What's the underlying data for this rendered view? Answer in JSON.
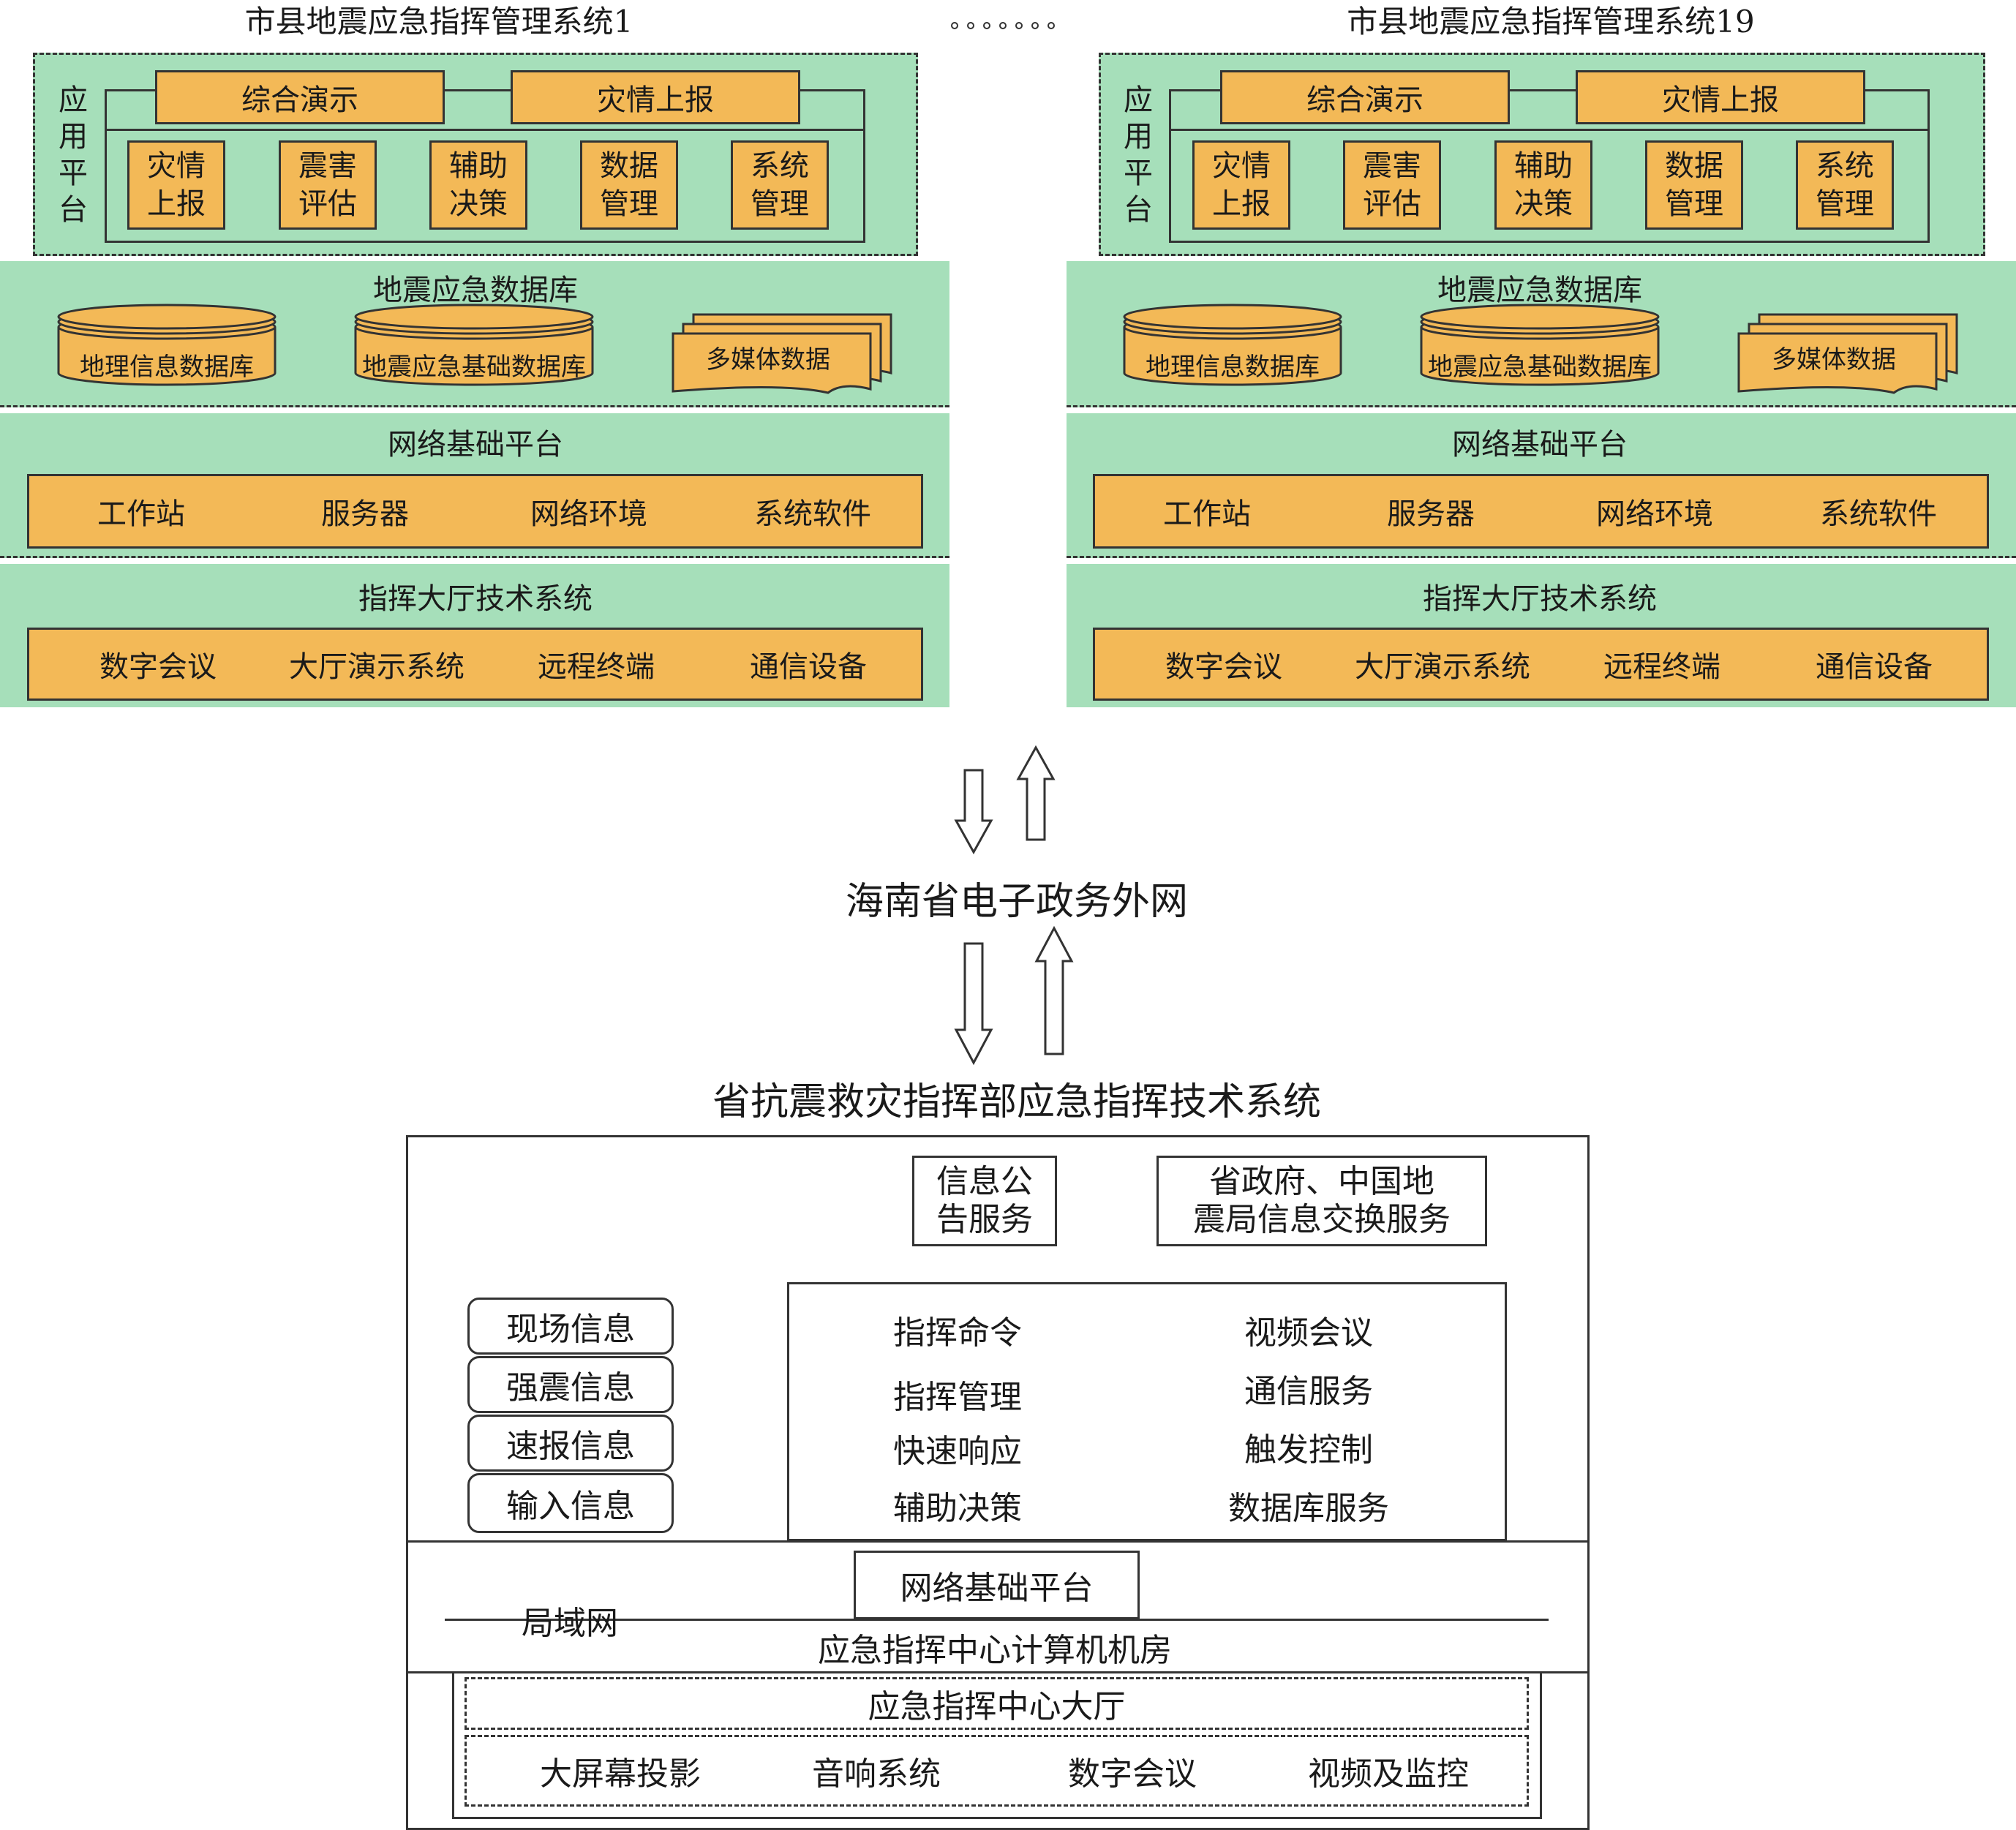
{
  "systems": [
    {
      "title": "市县地震应急指挥管理系统1",
      "app_platform": {
        "label": "应用平台",
        "top_modules": [
          "综合演示",
          "灾情上报"
        ],
        "modules": [
          [
            "灾情",
            "上报"
          ],
          [
            "震害",
            "评估"
          ],
          [
            "辅助",
            "决策"
          ],
          [
            "数据",
            "管理"
          ],
          [
            "系统",
            "管理"
          ]
        ]
      },
      "database": {
        "title": "地震应急数据库",
        "items": [
          "地理信息数据库",
          "地震应急基础数据库",
          "多媒体数据"
        ]
      },
      "network": {
        "title": "网络基础平台",
        "items": [
          "工作站",
          "服务器",
          "网络环境",
          "系统软件"
        ]
      },
      "hall": {
        "title": "指挥大厅技术系统",
        "items": [
          "数字会议",
          "大厅演示系统",
          "远程终端",
          "通信设备"
        ]
      }
    },
    {
      "title": "市县地震应急指挥管理系统19",
      "app_platform": {
        "label": "应用平台",
        "top_modules": [
          "综合演示",
          "灾情上报"
        ],
        "modules": [
          [
            "灾情",
            "上报"
          ],
          [
            "震害",
            "评估"
          ],
          [
            "辅助",
            "决策"
          ],
          [
            "数据",
            "管理"
          ],
          [
            "系统",
            "管理"
          ]
        ]
      },
      "database": {
        "title": "地震应急数据库",
        "items": [
          "地理信息数据库",
          "地震应急基础数据库",
          "多媒体数据"
        ]
      },
      "network": {
        "title": "网络基础平台",
        "items": [
          "工作站",
          "服务器",
          "网络环境",
          "系统软件"
        ]
      },
      "hall": {
        "title": "指挥大厅技术系统",
        "items": [
          "数字会议",
          "大厅演示系统",
          "远程终端",
          "通信设备"
        ]
      }
    }
  ],
  "network_label": "海南省电子政务外网",
  "province": {
    "title": "省抗震救灾指挥部应急指挥技术系统",
    "info_service": [
      "信息公",
      "告服务"
    ],
    "exchange_service": [
      "省政府、中国地",
      "震局信息交换服务"
    ],
    "inputs": [
      "现场信息",
      "强震信息",
      "速报信息",
      "输入信息"
    ],
    "functions_left": [
      "指挥命令",
      "指挥管理",
      "快速响应",
      "辅助决策"
    ],
    "functions_right": [
      "视频会议",
      "通信服务",
      "触发控制",
      "数据库服务"
    ],
    "network_platform": "网络基础平台",
    "lan": "局域网",
    "computer_room": "应急指挥中心计算机机房",
    "hall_title": "应急指挥中心大厅",
    "hall_items": [
      "大屏幕投影",
      "音响系统",
      "数字会议",
      "视频及监控"
    ]
  }
}
